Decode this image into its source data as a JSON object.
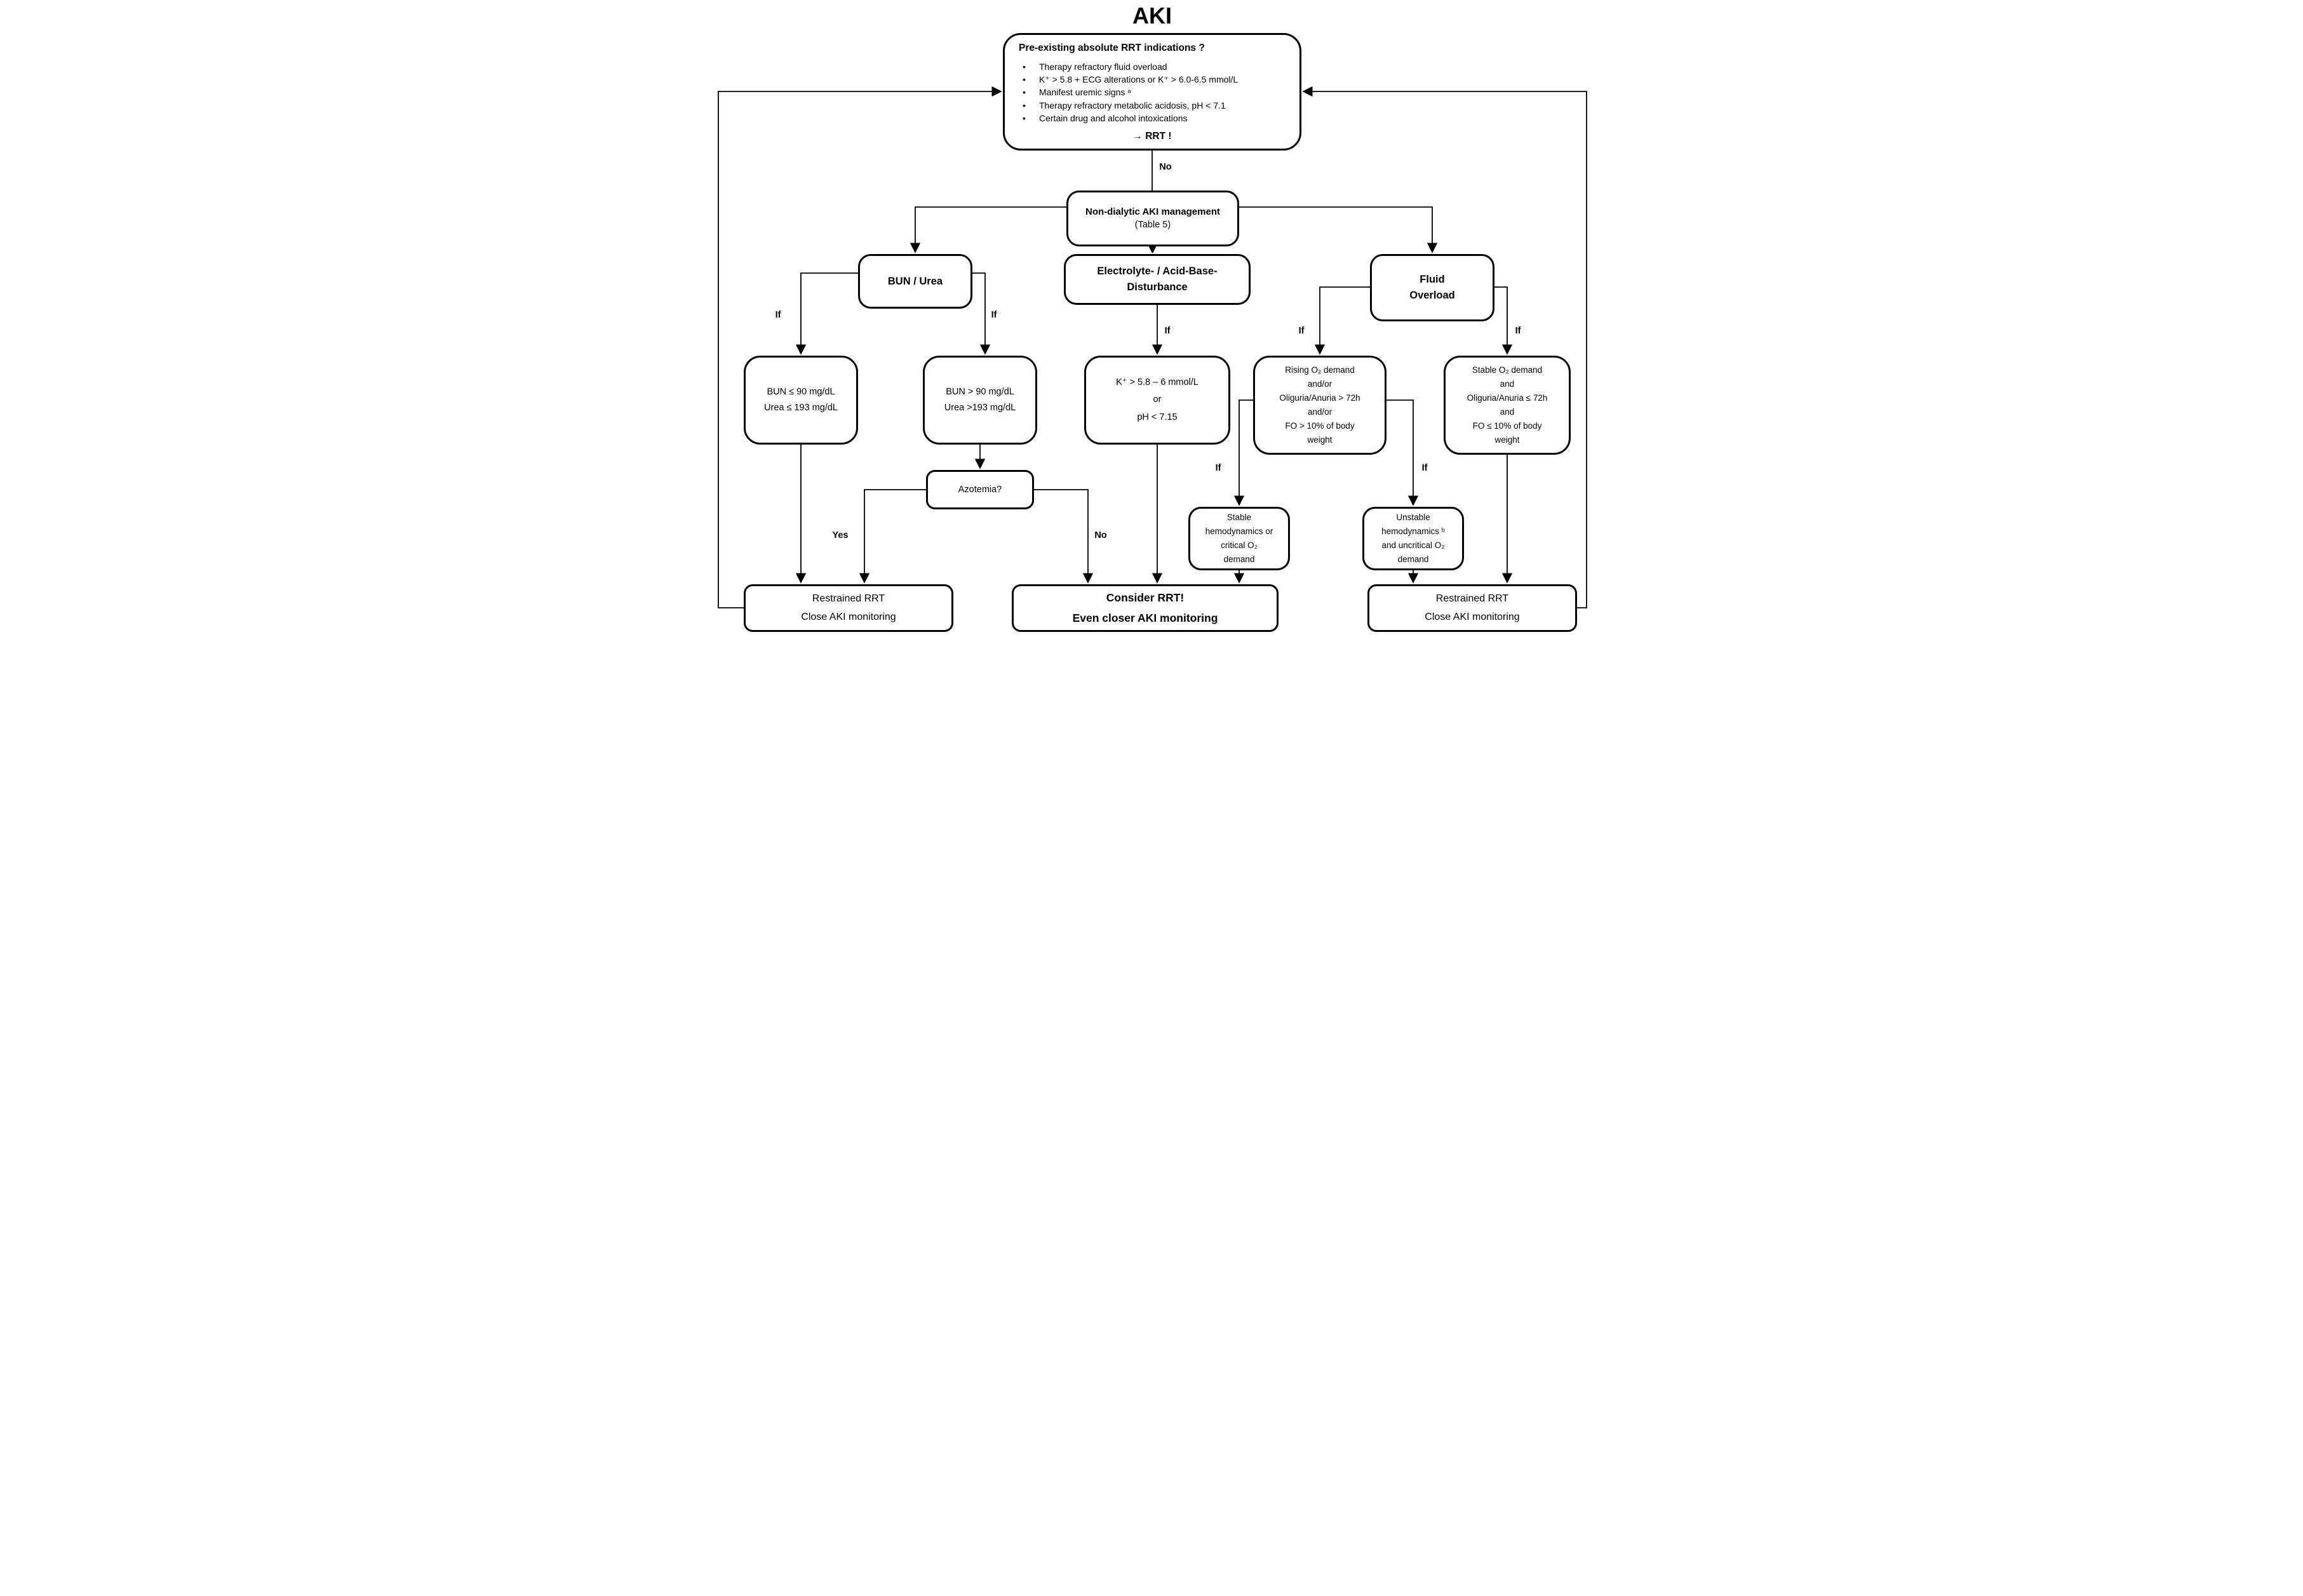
{
  "title": "AKI",
  "bullet_glyph": "•",
  "colors": {
    "line": "#000000",
    "background": "#ffffff"
  },
  "nodes": {
    "indications": {
      "heading": "Pre-existing absolute RRT indications ?",
      "bullets": [
        "Therapy refractory fluid overload",
        "K⁺ > 5.8 + ECG alterations or K⁺ > 6.0-6.5 mmol/L",
        "Manifest uremic signs ᵃ",
        "Therapy refractory metabolic acidosis, pH < 7.1",
        "Certain drug and alcohol intoxications"
      ],
      "action": "→ RRT !"
    },
    "non_dialytic": {
      "lines": [
        "Non-dialytic AKI management",
        "(Table 5)"
      ]
    },
    "bun_urea": {
      "lines": [
        "BUN / Urea"
      ]
    },
    "electrolyte": {
      "lines": [
        "Electrolyte- / Acid-Base-",
        "Disturbance"
      ]
    },
    "fluid_overload": {
      "lines": [
        "Fluid",
        "Overload"
      ]
    },
    "bun_low": {
      "lines": [
        "BUN ≤ 90 mg/dL",
        "Urea ≤ 193 mg/dL"
      ]
    },
    "bun_high": {
      "lines": [
        "BUN > 90 mg/dL",
        "Urea >193 mg/dL"
      ]
    },
    "k_ph": {
      "lines": [
        "K⁺ > 5.8 – 6 mmol/L",
        "or",
        "pH < 7.15"
      ]
    },
    "rising_o2": {
      "lines": [
        "Rising O₂ demand",
        "and/or",
        "Oliguria/Anuria > 72h",
        "and/or",
        "FO > 10% of body",
        "weight"
      ]
    },
    "stable_o2": {
      "lines": [
        "Stable O₂ demand",
        "and",
        "Oliguria/Anuria ≤ 72h",
        "and",
        "FO ≤ 10% of body",
        "weight"
      ]
    },
    "azotemia": {
      "lines": [
        "Azotemia?"
      ]
    },
    "stable_hemo": {
      "lines": [
        "Stable",
        "hemodynamics or",
        "critical O₂",
        "demand"
      ]
    },
    "unstable_hemo": {
      "lines": [
        "Unstable",
        "hemodynamics ᵇ",
        "and uncritical O₂",
        "demand"
      ]
    },
    "restrained_left": {
      "lines": [
        "Restrained RRT",
        "Close AKI monitoring"
      ]
    },
    "consider_rrt": {
      "lines": [
        "Consider RRT!",
        "Even closer AKI monitoring"
      ]
    },
    "restrained_right": {
      "lines": [
        "Restrained RRT",
        "Close AKI monitoring"
      ]
    }
  },
  "edge_labels": {
    "top_no": "No",
    "bun_left": "If",
    "bun_right": "If",
    "electrolyte": "If",
    "fluid_left": "If",
    "fluid_right": "If",
    "rising_left": "If",
    "rising_right": "If",
    "azotemia_yes": "Yes",
    "azotemia_no": "No"
  }
}
